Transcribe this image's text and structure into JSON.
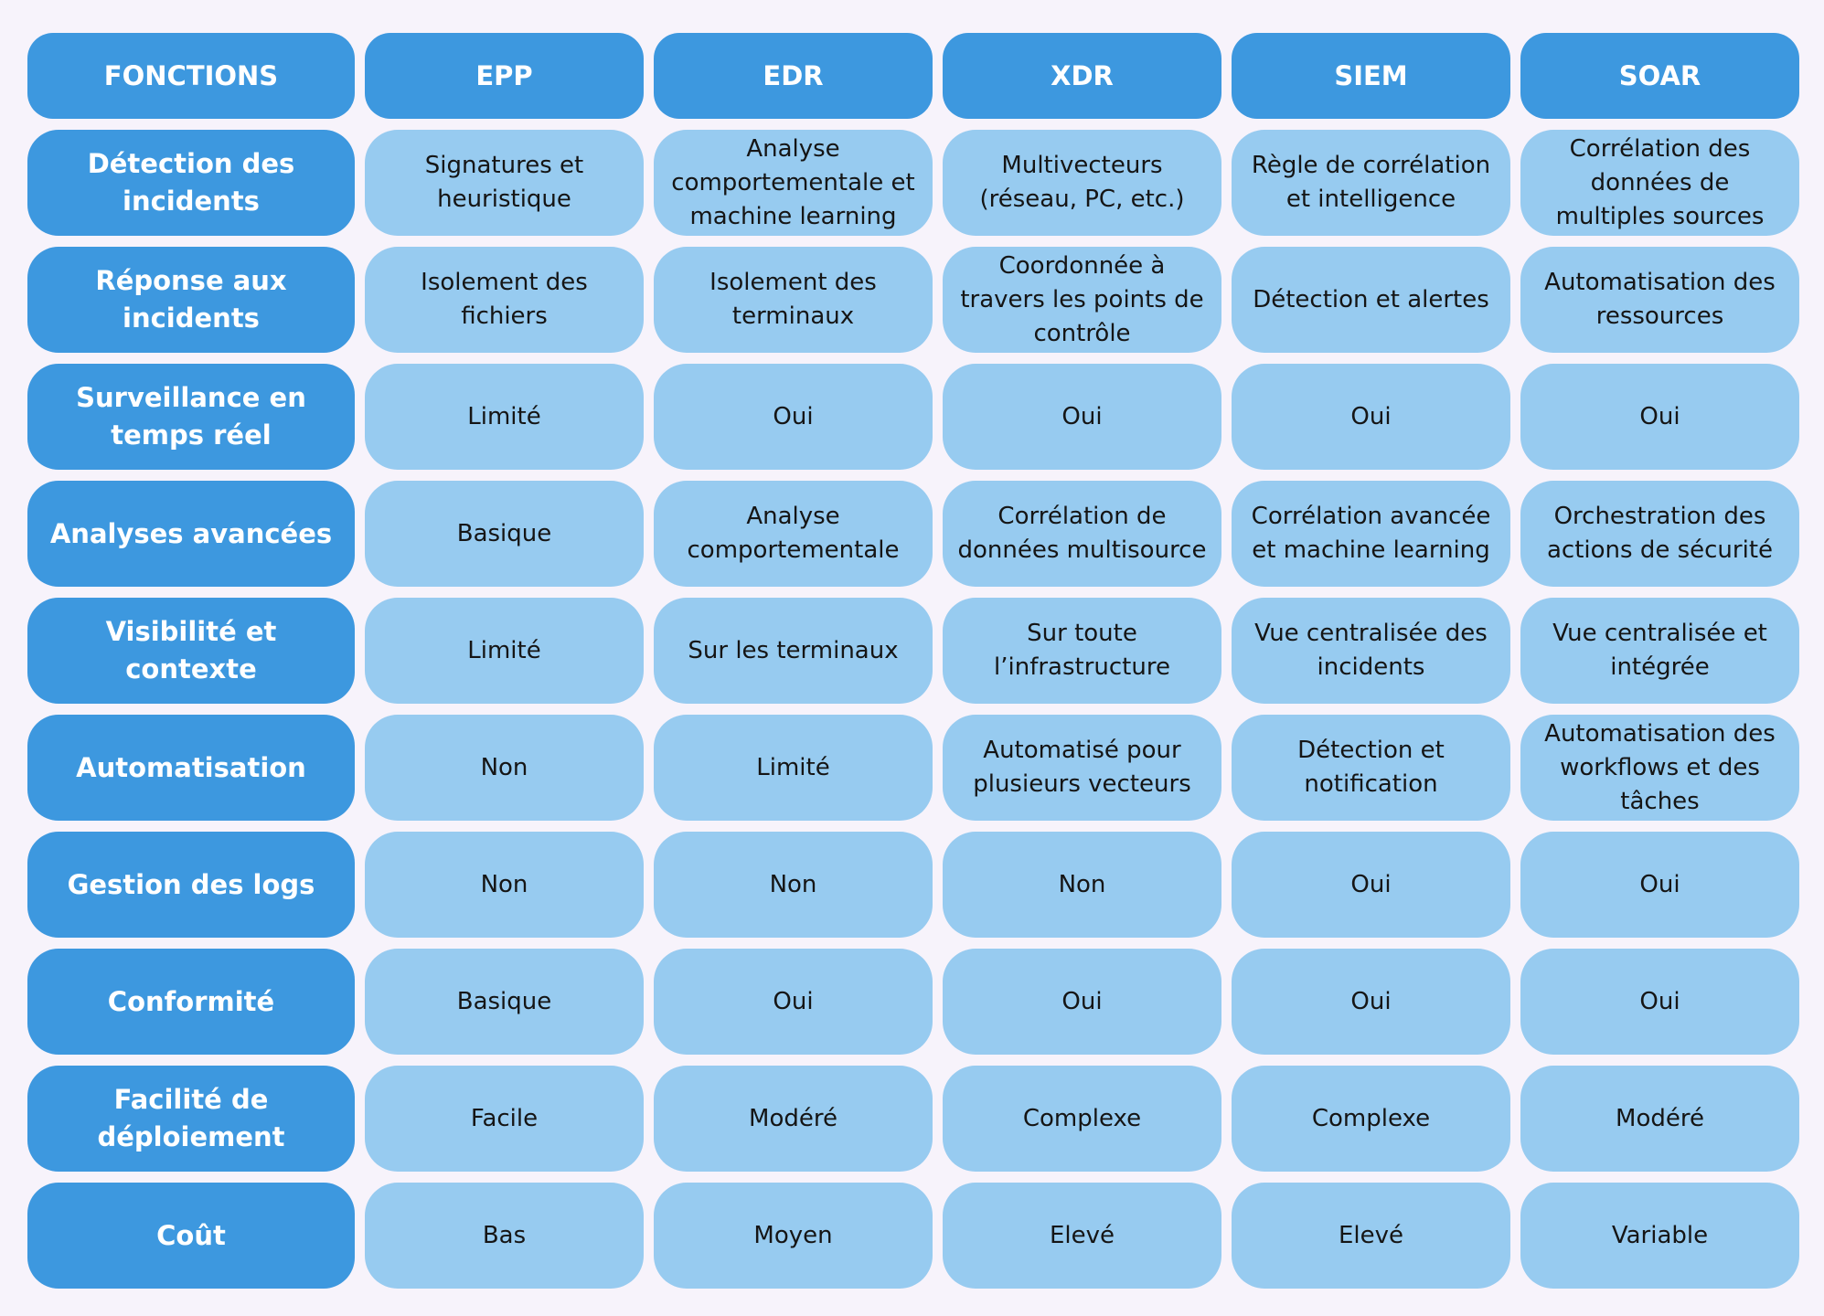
{
  "header": {
    "functions": "FONCTIONS",
    "epp": "EPP",
    "edr": "EDR",
    "xdr": "XDR",
    "siem": "SIEM",
    "soar": "SOAR"
  },
  "rows": [
    {
      "label": "Détection des incidents",
      "epp": "Signatures et heuristique",
      "edr": "Analyse comportementale et machine learning",
      "xdr": "Multivecteurs (réseau, PC, etc.)",
      "siem": "Règle de corrélation et intelligence",
      "soar": "Corrélation des données de multiples sources"
    },
    {
      "label": "Réponse aux incidents",
      "epp": "Isolement des fichiers",
      "edr": "Isolement des terminaux",
      "xdr": "Coordonnée à travers les points de contrôle",
      "siem": "Détection et alertes",
      "soar": "Automatisation des ressources"
    },
    {
      "label": "Surveillance en temps réel",
      "epp": "Limité",
      "edr": "Oui",
      "xdr": "Oui",
      "siem": "Oui",
      "soar": "Oui"
    },
    {
      "label": "Analyses avancées",
      "epp": "Basique",
      "edr": "Analyse comportementale",
      "xdr": "Corrélation de données multisource",
      "siem": "Corrélation avancée et machine learning",
      "soar": "Orchestration des actions de sécurité"
    },
    {
      "label": "Visibilité et contexte",
      "epp": "Limité",
      "edr": "Sur les terminaux",
      "xdr": "Sur toute l’infrastructure",
      "siem": "Vue centralisée des incidents",
      "soar": "Vue centralisée et intégrée"
    },
    {
      "label": "Automatisation",
      "epp": "Non",
      "edr": "Limité",
      "xdr": "Automatisé pour plusieurs vecteurs",
      "siem": "Détection et notification",
      "soar": "Automatisation des workflows et des tâches"
    },
    {
      "label": "Gestion des logs",
      "epp": "Non",
      "edr": "Non",
      "xdr": "Non",
      "siem": "Oui",
      "soar": "Oui"
    },
    {
      "label": "Conformité",
      "epp": "Basique",
      "edr": "Oui",
      "xdr": "Oui",
      "siem": "Oui",
      "soar": "Oui"
    },
    {
      "label": "Facilité de déploiement",
      "epp": "Facile",
      "edr": "Modéré",
      "xdr": "Complexe",
      "siem": "Complexe",
      "soar": "Modéré"
    },
    {
      "label": "Coût",
      "epp": "Bas",
      "edr": "Moyen",
      "xdr": "Elevé",
      "siem": "Elevé",
      "soar": "Variable"
    }
  ]
}
